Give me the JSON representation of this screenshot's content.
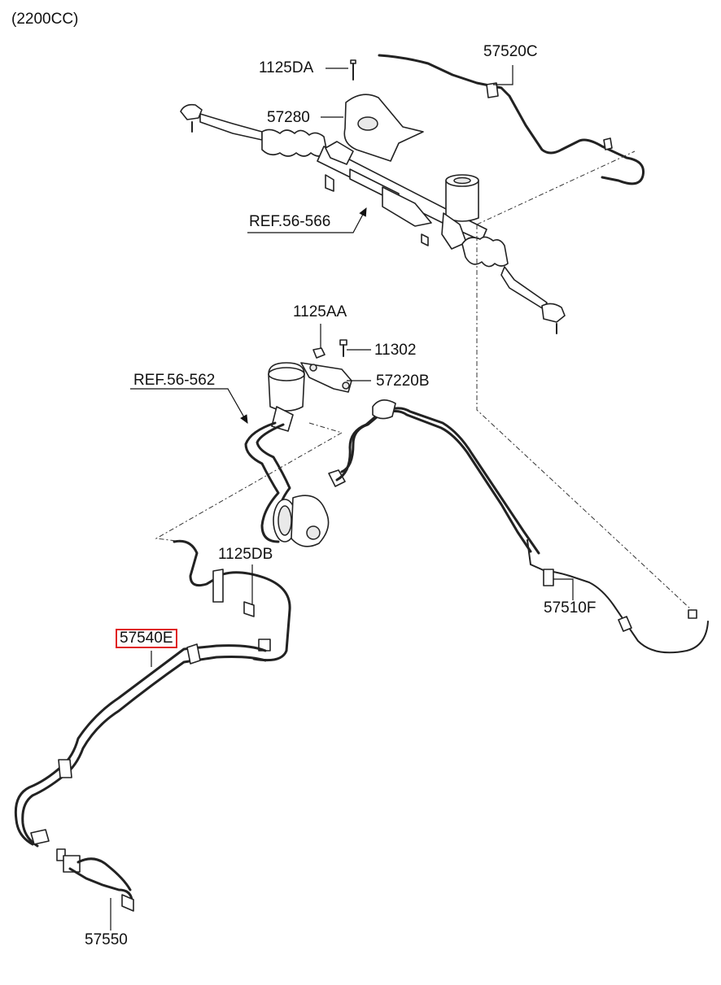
{
  "engine_variant": "(2200CC)",
  "labels": {
    "p1125DA": "1125DA",
    "p57520C": "57520C",
    "p57280": "57280",
    "ref56566": "REF.56-566",
    "p1125AA": "1125AA",
    "p11302": "11302",
    "ref56562": "REF.56-562",
    "p57220B": "57220B",
    "p1125DB": "1125DB",
    "p57540E": "57540E",
    "p57510F": "57510F",
    "p57550": "57550"
  },
  "highlight": {
    "part": "57540E",
    "color": "#e02020"
  },
  "colors": {
    "line": "#222222",
    "background": "#ffffff"
  }
}
